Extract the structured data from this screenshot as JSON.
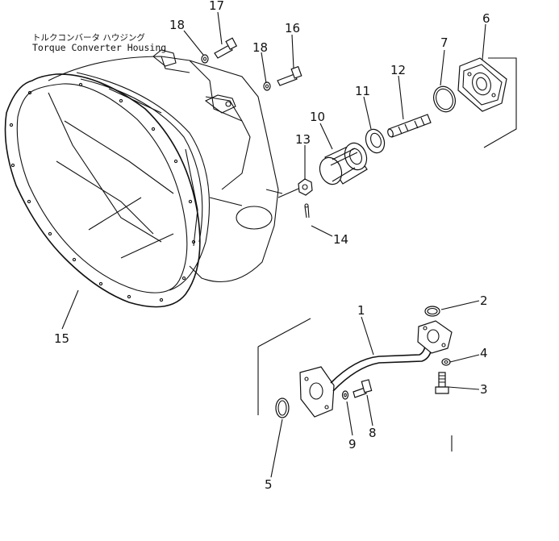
{
  "figure": {
    "title_jp": "トルクコンバータ ハウジング",
    "title_en": "Torque Converter Housing"
  },
  "callouts": {
    "c1": "1",
    "c2": "2",
    "c3": "3",
    "c4": "4",
    "c5": "5",
    "c6": "6",
    "c7": "7",
    "c8": "8",
    "c9": "9",
    "c10": "10",
    "c11": "11",
    "c12": "12",
    "c13": "13",
    "c14": "14",
    "c15": "15",
    "c16": "16",
    "c17": "17",
    "c18a": "18",
    "c18b": "18"
  }
}
